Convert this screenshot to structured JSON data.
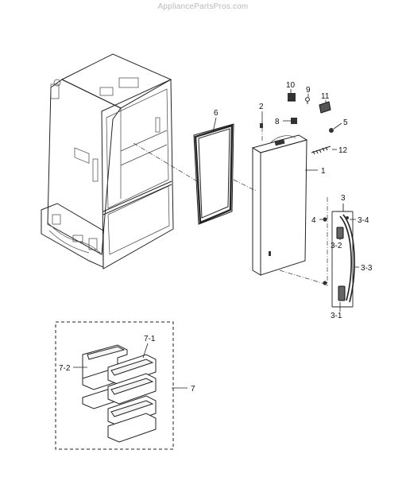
{
  "watermark": "AppliancePartsPros.com",
  "callouts": {
    "c1": "1",
    "c2": "2",
    "c3": "3",
    "c3_1": "3-1",
    "c3_2": "3-2",
    "c3_3": "3-3",
    "c3_4": "3-4",
    "c4": "4",
    "c5": "5",
    "c6": "6",
    "c7": "7",
    "c7_1": "7-1",
    "c7_2": "7-2",
    "c8": "8",
    "c9": "9",
    "c10": "10",
    "c11": "11",
    "c12": "12"
  }
}
